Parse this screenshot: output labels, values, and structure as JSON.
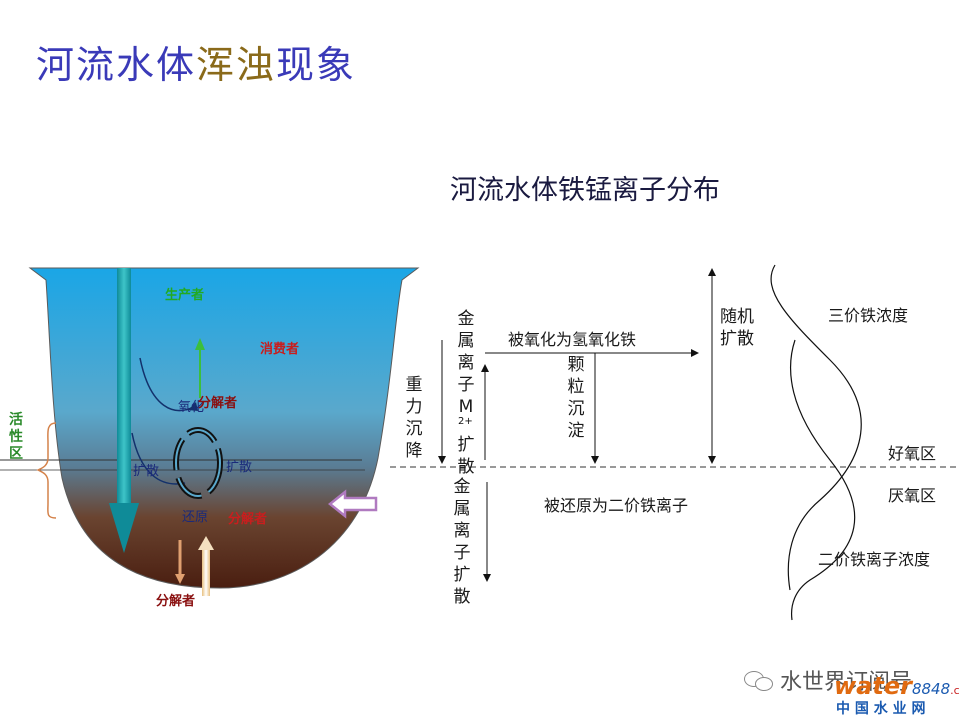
{
  "page": {
    "title_part1": "河流水体",
    "title_part2": "浑浊",
    "title_part3": "现象",
    "subtitle": "河流水体铁锰离子分布"
  },
  "left_diagram": {
    "producer": "生产者",
    "consumer": "消费者",
    "decomposer_mid": "分解者",
    "decomposer_low": "分解者",
    "decomposer_bottom": "分解者",
    "oxidation": "氧化",
    "diffusion_left": "扩散",
    "diffusion_right": "扩散",
    "reduction": "还原",
    "active_zone": "活性区"
  },
  "right_diagram": {
    "metal_ion_diffuse_top": "金属离子M",
    "superscript": "2+",
    "diffuse_top": "扩散",
    "gravity_settle": "重力沉降",
    "oxidized": "被氧化为氢氧化铁",
    "particle_settle": "颗粒沉淀",
    "random_diffuse": "随机扩散",
    "metal_ion_diffuse_bottom": "金属离子扩散",
    "reduced": "被还原为二价铁离子",
    "fe3": "三价铁浓度",
    "aerobic": "好氧区",
    "anaerobic": "厌氧区",
    "fe2": "二价铁离子浓度"
  },
  "watermark": {
    "wechat": "水世界订阅号",
    "brand_water": "water",
    "brand_num": "8848",
    "brand_com": ".com",
    "brand_cn": "中 国 水 业 网"
  }
}
